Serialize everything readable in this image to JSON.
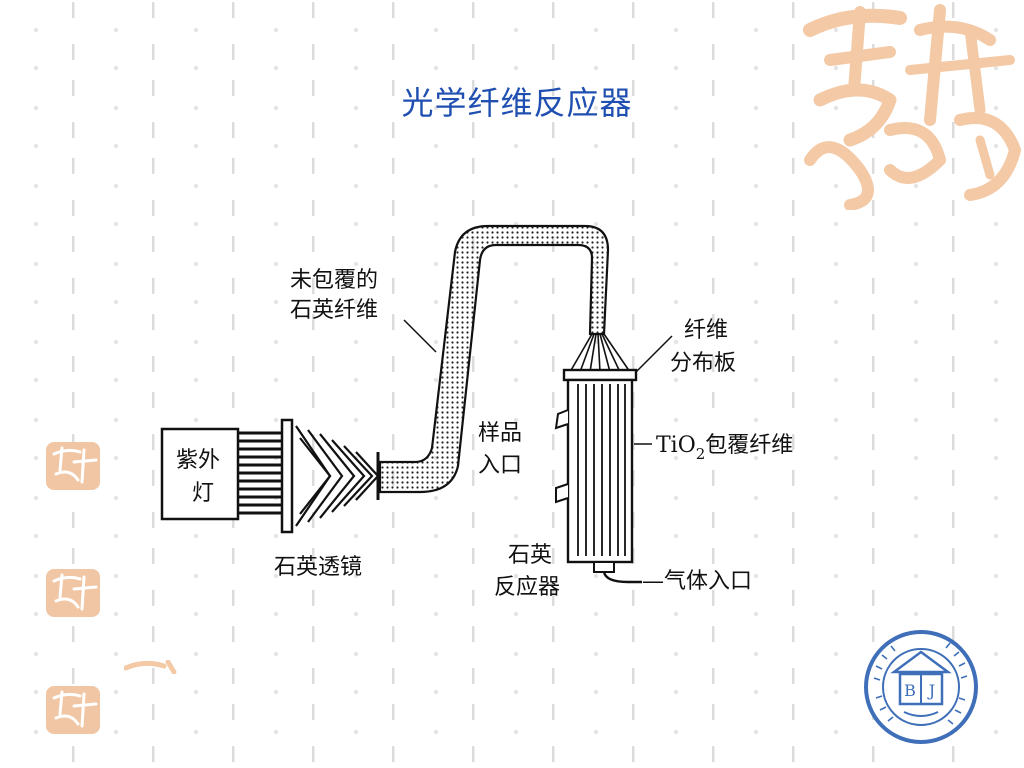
{
  "slide": {
    "title": "光学纤维反应器"
  },
  "diagram": {
    "labels": {
      "uncoated_fiber_line1": "未包覆的",
      "uncoated_fiber_line2": "石英纤维",
      "fiber_plate_line1": "纤维",
      "fiber_plate_line2": "分布板",
      "sample_inlet_line1": "样品",
      "sample_inlet_line2": "入口",
      "tio2_prefix": "TiO",
      "tio2_subscript": "2",
      "tio2_suffix": "包覆纤维",
      "uv_lamp_line1": "紫外",
      "uv_lamp_line2": "灯",
      "quartz_lens": "石英透镜",
      "quartz_reactor_line1": "石英",
      "quartz_reactor_line2": "反应器",
      "gas_inlet": "—气体入口"
    }
  },
  "colors": {
    "title": "#1f4fb0",
    "decoration": "#f3c9a6",
    "pattern": "#d9d9d9",
    "seal": "#3f6fb8"
  },
  "icons": {
    "decoration": "calligraphy-decoration-icon",
    "seal": "institute-seal-icon"
  },
  "seal": {
    "letters": [
      "B",
      "J"
    ]
  }
}
